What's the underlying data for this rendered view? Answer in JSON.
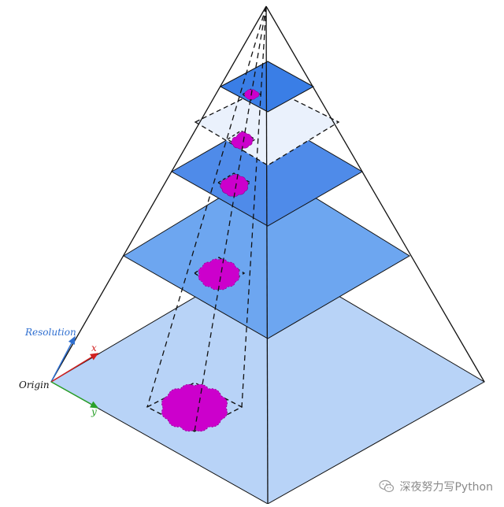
{
  "labels": {
    "resolution": "Resolution",
    "x_axis": "x",
    "y_axis": "y",
    "origin": "Origin"
  },
  "watermark": {
    "text": "深夜努力写Python",
    "icon": "wechat-icon"
  },
  "colors": {
    "resolution_arrow": "#2f6fd0",
    "x_axis": "#d12020",
    "y_axis": "#2aa02a",
    "outline": "#111111",
    "region": "#cc00cc",
    "level_0": "#b8d3f7",
    "level_1": "#6da6f0",
    "level_2": "#4f8be9",
    "level_3": "#eaf1fc",
    "level_4": "#3a7ee6"
  },
  "pyramid": {
    "levels": 5
  }
}
